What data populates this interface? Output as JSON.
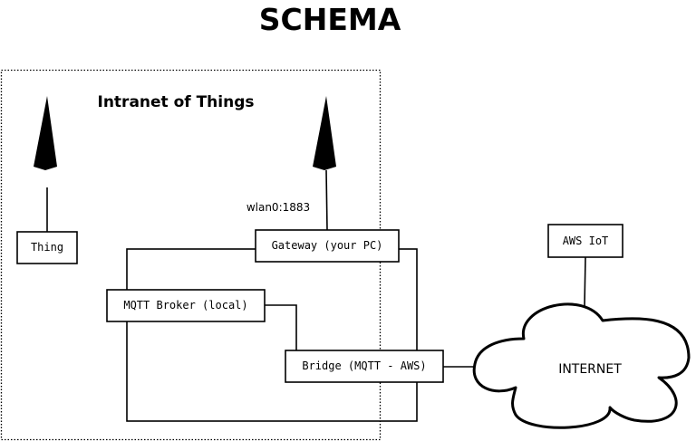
{
  "diagram": {
    "title": "SCHEMA",
    "region_label": "Intranet of Things",
    "interface_label": "wlan0:1883",
    "cloud_label": "INTERNET",
    "nodes": {
      "thing": "Thing",
      "gateway": "Gateway (your PC)",
      "broker": "MQTT Broker (local)",
      "bridge": "Bridge (MQTT - AWS)",
      "aws": "AWS IoT"
    },
    "icons": [
      "antenna-tower-icon",
      "antenna-tower-icon"
    ]
  }
}
